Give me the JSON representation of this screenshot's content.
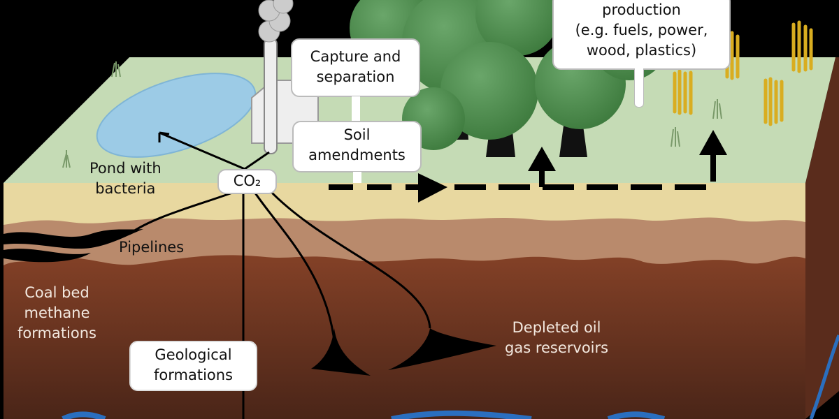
{
  "labels": {
    "production": [
      "production",
      "(e.g. fuels, power,",
      "wood, plastics)"
    ],
    "capture": [
      "Capture and",
      "separation"
    ],
    "soil": [
      "Soil",
      "amendments"
    ],
    "co2": "CO₂",
    "pond": [
      "Pond with",
      "bacteria"
    ],
    "pipelines": "Pipelines",
    "coal": [
      "Coal bed",
      "methane",
      "formations"
    ],
    "geological": [
      "Geological",
      "formations"
    ],
    "depleted": [
      "Depleted oil",
      "gas reservoirs"
    ]
  },
  "colors": {
    "background": "#000000",
    "grass": "#c5dbb5",
    "sand": "#e8d8a0",
    "clay": "#b98a6c",
    "rock": "#8a4428",
    "water": "#2a6fc0",
    "pond": "#9ccbe6",
    "tree": "#4a8a4a",
    "crop": "#e0b830"
  }
}
